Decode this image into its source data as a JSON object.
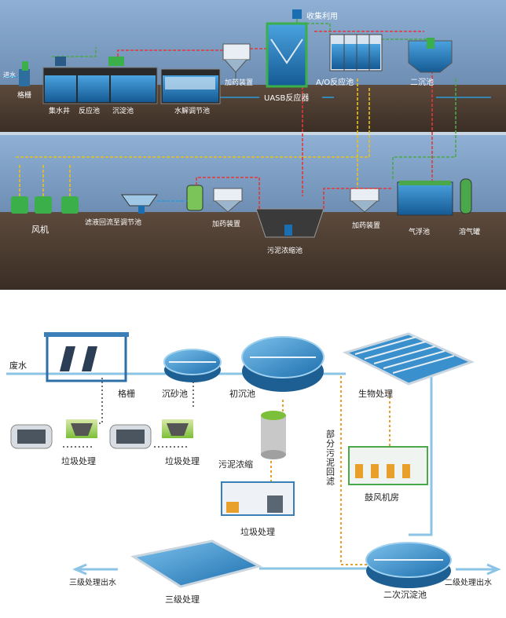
{
  "colors": {
    "sky": "#6f90b8",
    "ground": "#4a3b30",
    "water": "#1b6fb0",
    "pipe_red": "#e0383a",
    "pipe_yellow": "#e8c020",
    "pipe_green": "#4aa84a",
    "pipe_blue": "#2b9ad8",
    "sludge_dash": "#e8a02a"
  },
  "top": {
    "inlet_label": "进水",
    "labels": {
      "grille": "格栅",
      "collection_well": "集水井",
      "reaction_tank": "反应池",
      "sedimentation_tank": "沉淀池",
      "hydrolysis_tank": "水解调节池",
      "dosing_1": "加药装置",
      "uasb": "UASB反应器",
      "biogas_recovery": "收集利用",
      "ao_tank": "A/O反应池",
      "secondary_clarifier": "二沉池",
      "fans": "风机",
      "filtrate_return": "滤液回流至调节池",
      "dosing_2": "加药装置",
      "sludge_thickener": "污泥浓缩池",
      "dosing_3": "加药装置",
      "air_flotation": "气浮池",
      "dissolved_air_tank": "溶气罐"
    }
  },
  "bottom": {
    "wastewater": "废水",
    "grille": "格栅",
    "grit_chamber": "沉砂池",
    "primary_clarifier": "初沉池",
    "bio_treatment": "生物处理",
    "partial_sludge_return": "部分污泥回滤",
    "blower_room": "鼓风机房",
    "garbage_1": "垃圾处理",
    "garbage_2": "垃圾处理",
    "sludge_thickening": "污泥浓缩",
    "garbage_3": "垃圾处理",
    "secondary_clarifier": "二次沉淀池",
    "secondary_effluent": "二级处理出水",
    "tertiary": "三级处理",
    "tertiary_effluent": "三级处理出水"
  }
}
